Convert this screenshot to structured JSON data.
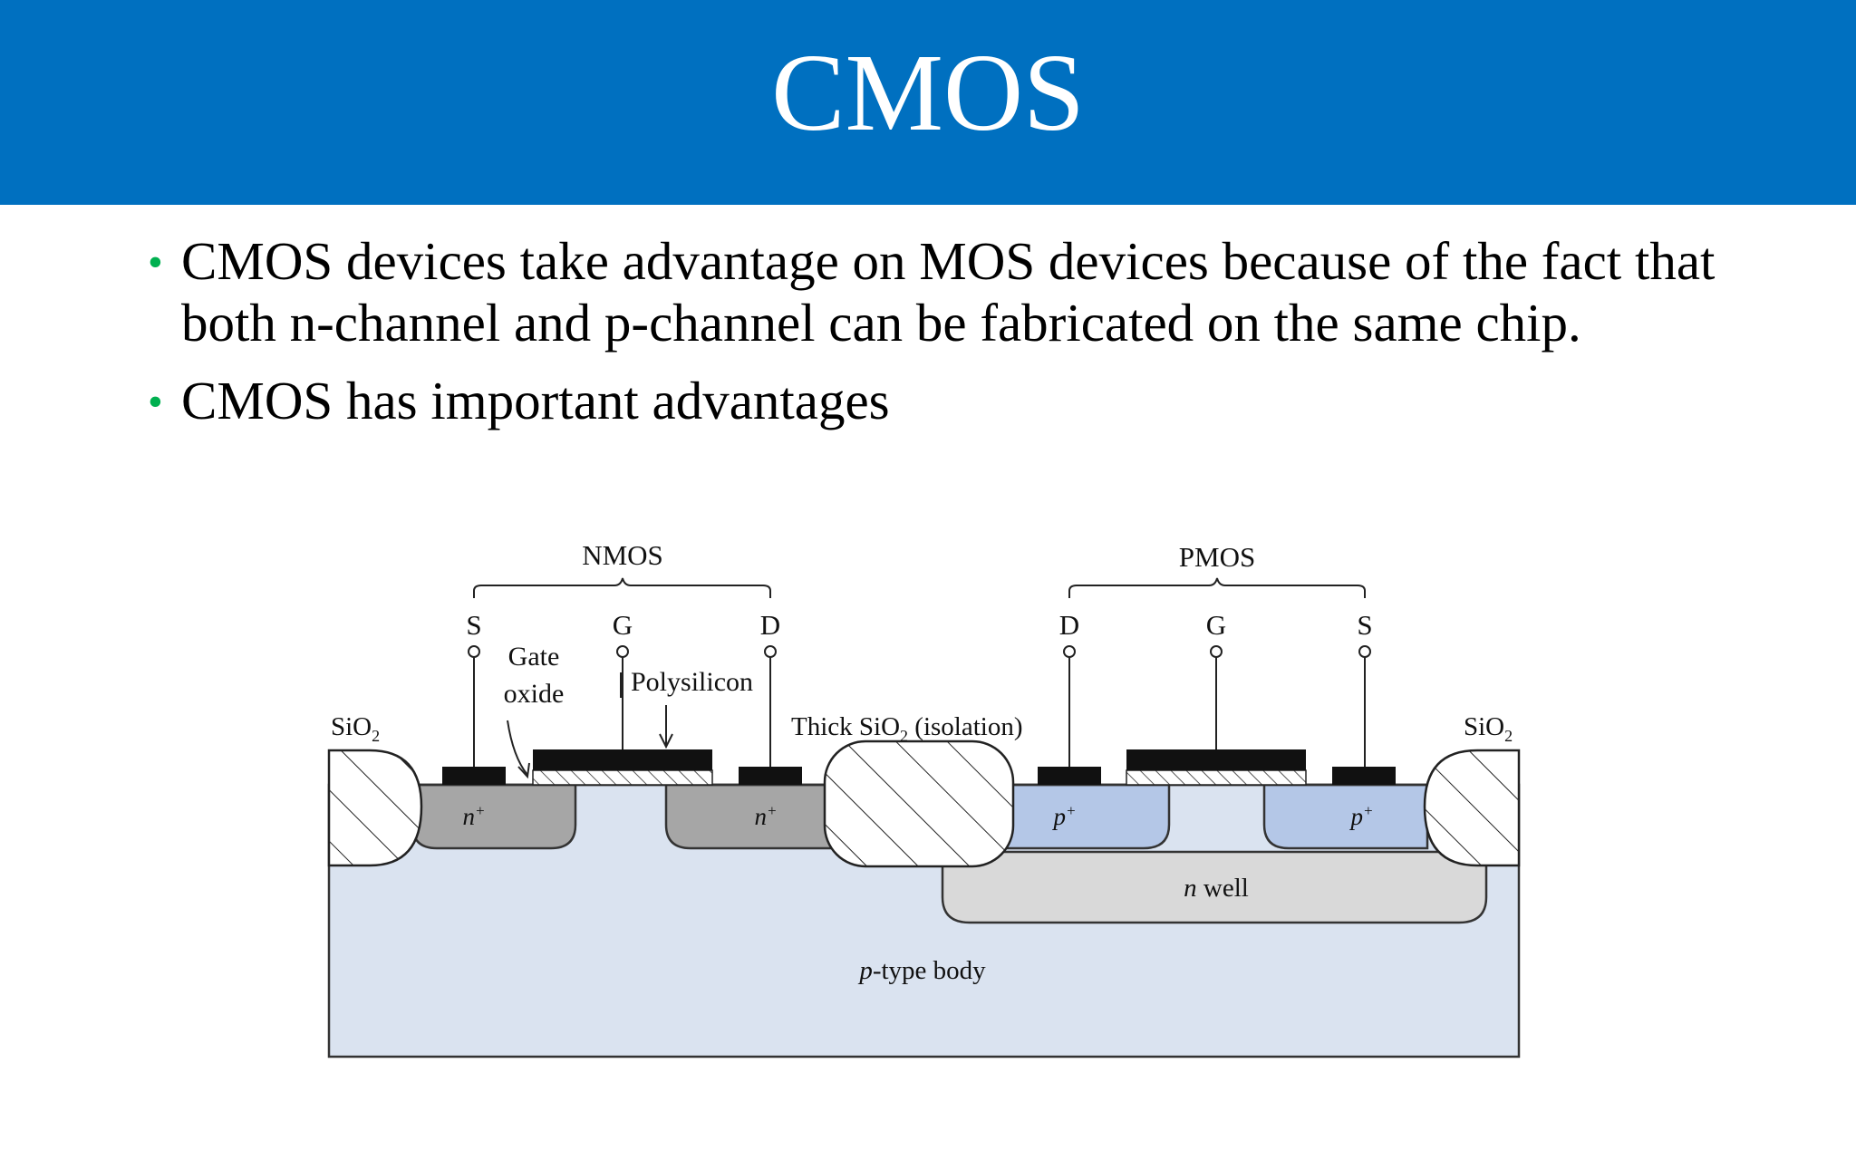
{
  "slide": {
    "title": "CMOS",
    "bullets": [
      "CMOS devices take advantage on MOS devices because of the fact that both n-channel and p-channel can be fabricated on the same chip.",
      "CMOS has important advantages"
    ]
  },
  "colors": {
    "title_bar": "#0070c0",
    "bullet": "#00b050",
    "nmos_diffusion": "#a6a6a6",
    "pmos_diffusion": "#b4c7e7",
    "n_well": "#d9d9d9",
    "p_body": "#dae3f0"
  },
  "diagram": {
    "nmos_label": "NMOS",
    "pmos_label": "PMOS",
    "nmos_terminals": [
      "S",
      "G",
      "D"
    ],
    "pmos_terminals": [
      "D",
      "G",
      "S"
    ],
    "gate_oxide_line1": "Gate",
    "gate_oxide_line2": "oxide",
    "polysilicon": "Polysilicon",
    "sio2_left": "SiO",
    "sio2_right": "SiO",
    "sio2_sub": "2",
    "thick_sio2_prefix": "Thick SiO",
    "thick_sio2_suffix": " (isolation)",
    "n_plus": "n",
    "p_plus": "p",
    "plus": "+",
    "n_well_italic": "n",
    "n_well_text": " well",
    "p_body_italic": "p",
    "p_body_text": "-type body"
  }
}
